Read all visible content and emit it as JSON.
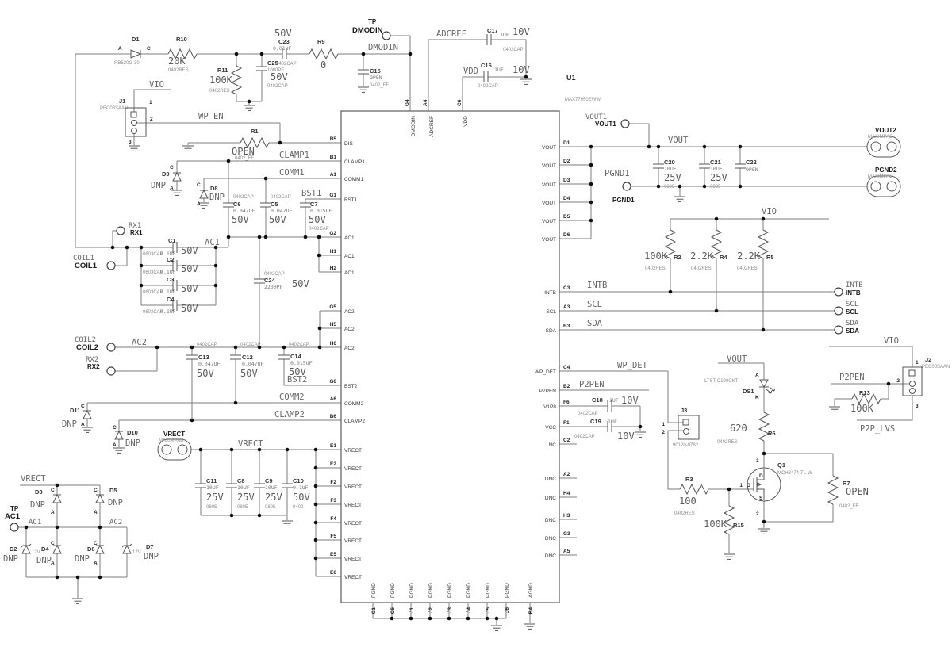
{
  "ic": {
    "ref": "U1",
    "part": "MAX77950EWW"
  },
  "nets": {
    "vio": "VIO",
    "wp_en": "WP_EN",
    "dmodin": "DMODIN",
    "adcref": "ADCREF",
    "vdd": "VDD",
    "clamp1": "CLAMP1",
    "comm1": "COMM1",
    "bst1": "BST1",
    "ac1": "AC1",
    "ac2": "AC2",
    "bst2": "BST2",
    "comm2": "COMM2",
    "clamp2": "CLAMP2",
    "vrect": "VRECT",
    "vout": "VOUT",
    "pgnd1": "PGND1",
    "intb": "INTB",
    "scl": "SCL",
    "sda": "SDA",
    "wp_det": "WP_DET",
    "p2pen": "P2PEN",
    "p2p_lvs": "P2P_LVS"
  },
  "pins": {
    "B5": [
      "B5",
      "DIS"
    ],
    "B1": [
      "B1",
      "CLAMP1"
    ],
    "A1": [
      "A1",
      "COMM1"
    ],
    "G1": [
      "G1",
      "BST1"
    ],
    "G2": [
      "G2",
      "AC1"
    ],
    "H1": [
      "H1",
      "AC1"
    ],
    "H2": [
      "H2",
      "AC1"
    ],
    "G5": [
      "G5",
      "AC2"
    ],
    "H5": [
      "H5",
      "AC2"
    ],
    "H6": [
      "H6",
      "AC2"
    ],
    "G6": [
      "G6",
      "BST2"
    ],
    "A6": [
      "A6",
      "COMM2"
    ],
    "B6": [
      "B6",
      "CLAMP2"
    ],
    "E1": [
      "E1",
      "VRECT"
    ],
    "E2": [
      "E2",
      "VRECT"
    ],
    "F2": [
      "F2",
      "VRECT"
    ],
    "F3": [
      "F3",
      "VRECT"
    ],
    "F4": [
      "F4",
      "VRECT"
    ],
    "F5": [
      "F5",
      "VRECT"
    ],
    "E5": [
      "E5",
      "VRECT"
    ],
    "E6": [
      "E6",
      "VRECT"
    ],
    "D1": [
      "D1",
      "VOUT"
    ],
    "D2": [
      "D2",
      "VOUT"
    ],
    "D3": [
      "D3",
      "VOUT"
    ],
    "D4": [
      "D4",
      "VOUT"
    ],
    "D5": [
      "D5",
      "VOUT"
    ],
    "D6": [
      "D6",
      "VOUT"
    ],
    "C3": [
      "C3",
      "INTB"
    ],
    "A3": [
      "A3",
      "SCL"
    ],
    "B3": [
      "B3",
      "SDA"
    ],
    "C4": [
      "C4",
      "WP_DET"
    ],
    "B2": [
      "B2",
      "P2PEN"
    ],
    "F6": [
      "F6",
      "V1P8"
    ],
    "F1": [
      "F1",
      "VCC"
    ],
    "C2": [
      "C2",
      "NC"
    ],
    "A2": [
      "A2",
      "DNC"
    ],
    "H4": [
      "H4",
      "DNC"
    ],
    "H3": [
      "H3",
      "DNC"
    ],
    "G3": [
      "G3",
      "DNC"
    ],
    "A5": [
      "A5",
      "DNC"
    ],
    "G4": [
      "G4",
      "DMODIN"
    ],
    "A4": [
      "A4",
      "ADCREF"
    ],
    "C6": [
      "C6",
      "VDD"
    ],
    "C1": [
      "C1",
      "PGND"
    ],
    "C5": [
      "C5",
      "PGND"
    ],
    "J1": [
      "J1",
      "PGND"
    ],
    "J2": [
      "J2",
      "PGND"
    ],
    "J3": [
      "J3",
      "PGND"
    ],
    "J4": [
      "J4",
      "PGND"
    ],
    "J5": [
      "J5",
      "PGND"
    ],
    "J6": [
      "J6",
      "PGND"
    ],
    "B4": [
      "B4",
      "AGND"
    ]
  },
  "r": {
    "R1": [
      "R1",
      "OPEN",
      "0402_FF"
    ],
    "R2": [
      "R2",
      "100K",
      "0402RES"
    ],
    "R3": [
      "R3",
      "100",
      "0402RES"
    ],
    "R4": [
      "R4",
      "2.2K",
      "0402RES"
    ],
    "R5": [
      "R5",
      "2.2K",
      "0402RES"
    ],
    "R6": [
      "R6",
      "620",
      "0402RES"
    ],
    "R7": [
      "R7",
      "OPEN",
      "0402_FF"
    ],
    "R9": [
      "R9",
      "0"
    ],
    "R10": [
      "R10",
      "20K",
      "0402RES"
    ],
    "R11": [
      "R11",
      "100K",
      "0402RES"
    ],
    "R13": [
      "R13",
      "100K"
    ],
    "R15": [
      "R15",
      "100K"
    ]
  },
  "cap": {
    "C1": [
      "C1",
      "0.1UF",
      "50V",
      "0603CAP"
    ],
    "C2": [
      "C2",
      "0.1UF",
      "50V",
      "0603CAP"
    ],
    "C3": [
      "C3",
      "0.1UF",
      "50V",
      "0603CAP"
    ],
    "C4": [
      "C4",
      "0.1UF",
      "50V",
      "0603CAP"
    ],
    "C5": [
      "C5",
      "0.047UF",
      "50V",
      "0402CAP"
    ],
    "C6": [
      "C6",
      "0.047UF",
      "50V",
      "0402CAP"
    ],
    "C7": [
      "C7",
      "0.015UF",
      "50V",
      "0402CAP"
    ],
    "C8": [
      "C8",
      "10UF",
      "25V",
      "0805"
    ],
    "C9": [
      "C9",
      "10UF",
      "25V",
      "0805"
    ],
    "C10": [
      "C10",
      "0.1UF",
      "50V",
      "0402"
    ],
    "C11": [
      "C11",
      "10UF",
      "25V",
      "0805"
    ],
    "C12": [
      "C12",
      "0.047UF",
      "50V",
      "0402CAP"
    ],
    "C13": [
      "C13",
      "0.047UF",
      "50V",
      "0402CAP"
    ],
    "C14": [
      "C14",
      "0.015UF",
      "50V",
      "0402CAP"
    ],
    "C15": [
      "C15",
      "OPEN",
      "0402_FF"
    ],
    "C16": [
      "C16",
      "1UF",
      "10V",
      "0402CAP"
    ],
    "C17": [
      "C17",
      "1UF",
      "10V",
      "0402CAP"
    ],
    "C18": [
      "C18",
      "1UF",
      "10V",
      "0402CAP"
    ],
    "C19": [
      "C19",
      "1UF",
      "10V",
      "0402CAP"
    ],
    "C20": [
      "C20",
      "10UF",
      "25V",
      "0805"
    ],
    "C21": [
      "C21",
      "10UF",
      "25V",
      "0805"
    ],
    "C22": [
      "C22",
      "OPEN"
    ],
    "C23": [
      "C23",
      "0.01UF",
      "50V",
      "0402CAP"
    ],
    "C24": [
      "C24",
      "2200PF",
      "50V",
      "0402CAP"
    ],
    "C25": [
      "C25",
      "1000PF",
      "50V",
      "0402CAP"
    ]
  },
  "dio": {
    "D1": [
      "D1",
      "RB520G-30"
    ],
    "D2": [
      "D2",
      "DNP",
      "12V"
    ],
    "D3": [
      "D3",
      "DNP"
    ],
    "D4": [
      "D4",
      "DNP"
    ],
    "D5": [
      "D5",
      "DNP"
    ],
    "D6": [
      "D6",
      "DNP"
    ],
    "D7": [
      "D7",
      "DNP",
      "12V"
    ],
    "D8": [
      "D8",
      "DNP"
    ],
    "D9": [
      "D9",
      "DNP"
    ],
    "D10": [
      "D10",
      "DNP"
    ],
    "D11": [
      "D11",
      "DNP"
    ],
    "DS1": [
      "DS1",
      "LTST-C190CKT"
    ]
  },
  "q": {
    "Q1": [
      "Q1",
      "MCH3474-TL-W"
    ]
  },
  "conn": {
    "J1": [
      "J1",
      "PEC03SAAN"
    ],
    "J2": [
      "J2",
      "PEC03SAAN"
    ],
    "J3": [
      "J3",
      "90120-0762"
    ]
  },
  "tp": {
    "dmodin": [
      "TP",
      "DMODIN"
    ],
    "vout1": [
      "VOUT1",
      "VOUT1"
    ],
    "pgnd1": [
      "PGND1",
      "PGND1"
    ],
    "rx1": [
      "RX1",
      "RX1"
    ],
    "coil1": [
      "COIL1",
      "COIL1"
    ],
    "coil2": [
      "COIL2",
      "COIL2"
    ],
    "rx2": [
      "RX2",
      "RX2"
    ],
    "intb": [
      "INTB",
      "INTB"
    ],
    "scl": [
      "SCL",
      "SCL"
    ],
    "sda": [
      "SDA",
      "SDA"
    ],
    "ac1": [
      "TP",
      "AC1"
    ]
  },
  "pad": {
    "vrect": [
      "VRECT",
      "MAXIMPAD"
    ],
    "vout2": [
      "VOUT2",
      "MAXIMPAD"
    ],
    "pgnd2": [
      "PGND2",
      "MAXIMPAD"
    ]
  },
  "marks": {
    "a": "A",
    "c": "C",
    "k": "K",
    "d": "D",
    "g": "G",
    "s": "S",
    "p1": "1",
    "p2": "2",
    "p3": "3",
    "v12": "12V"
  }
}
